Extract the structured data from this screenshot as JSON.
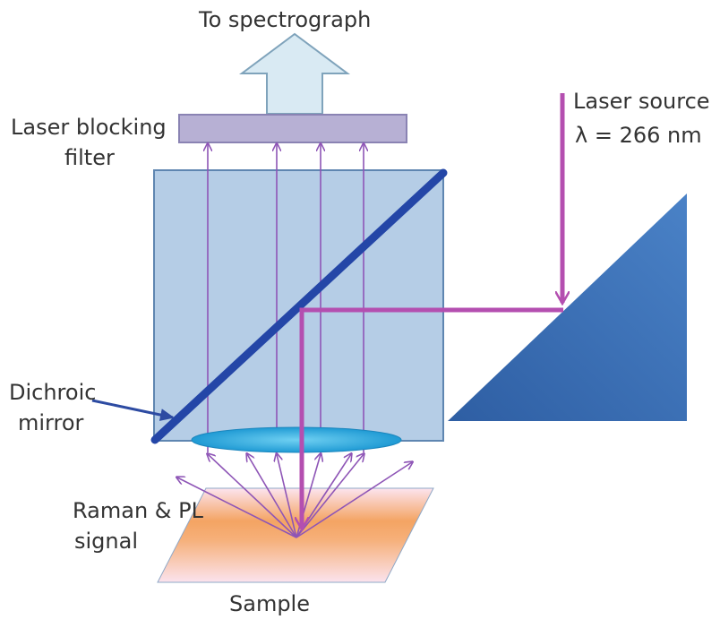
{
  "labels": {
    "to_spectrograph": "To spectrograph",
    "laser_blocking_line1": "Laser blocking",
    "laser_blocking_line2": "filter",
    "laser_source_line1": "Laser source",
    "laser_source_line2": "λ = 266 nm",
    "dichroic_line1": "Dichroic",
    "dichroic_line2": "mirror",
    "raman_line1": "Raman & PL",
    "raman_line2": "signal",
    "sample": "Sample"
  },
  "colors": {
    "text": "#333333",
    "output_arrow_fill": "#d9eaf3",
    "output_arrow_stroke": "#7fa3bb",
    "filter_fill": "#b7b0d4",
    "filter_stroke": "#8a83b3",
    "body_fill": "#b5cde6",
    "body_stroke": "#5f86b1",
    "mirror": "#2446a7",
    "prism_dark": "#2e5ea3",
    "prism_light": "#4a82c7",
    "lens_fill": "#29a7dc",
    "laser_beam": "#b44fb0",
    "signal_ray": "#8e55b6",
    "sample_orange": "#f4a463",
    "sample_pale": "#fce4ef",
    "pointer_arrow": "#2d4ba2"
  },
  "icons": {
    "output": "up-arrow-icon",
    "pointer": "pointer-arrow-icon"
  }
}
